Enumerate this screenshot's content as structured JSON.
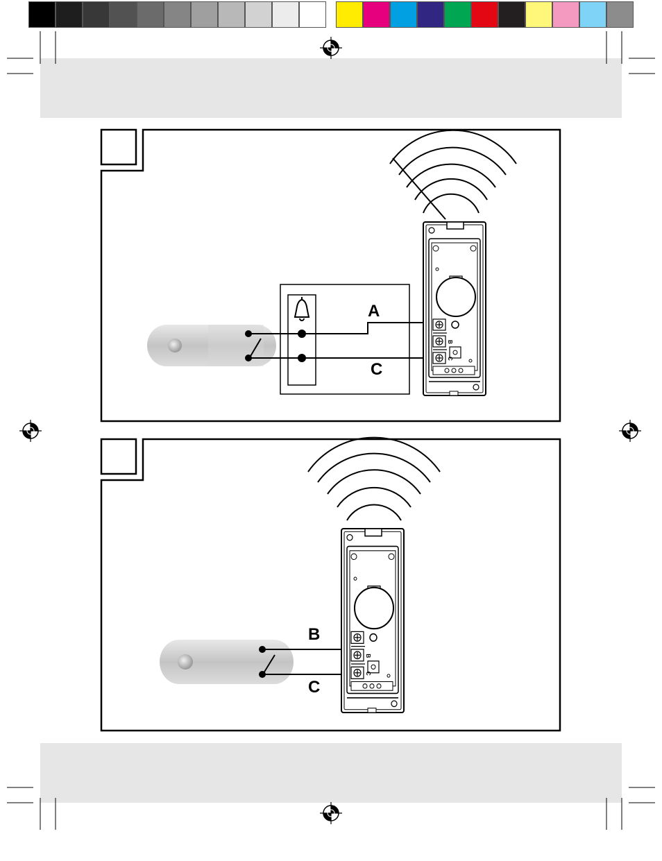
{
  "color_bar": {
    "grayscale": [
      "#000000",
      "#1e1e1e",
      "#383838",
      "#525252",
      "#6b6b6b",
      "#858585",
      "#9f9f9f",
      "#b8b8b8",
      "#d2d2d2",
      "#ececec",
      "#ffffff"
    ],
    "process": [
      "#ffec00",
      "#e6007e",
      "#00a0e3",
      "#312783",
      "#00a651",
      "#e30613",
      "#231f20",
      "#fff77a",
      "#f49ac1",
      "#7fd3f7",
      "#8c8c8c"
    ]
  },
  "figure1": {
    "wire_label_a": "A",
    "wire_label_c": "C",
    "switch_panel_icon": "bell-icon"
  },
  "figure2": {
    "wire_label_b": "B",
    "wire_label_c": "C"
  },
  "transmitter": {
    "terminal_label_b": "B",
    "terminal_label_c": "C"
  }
}
